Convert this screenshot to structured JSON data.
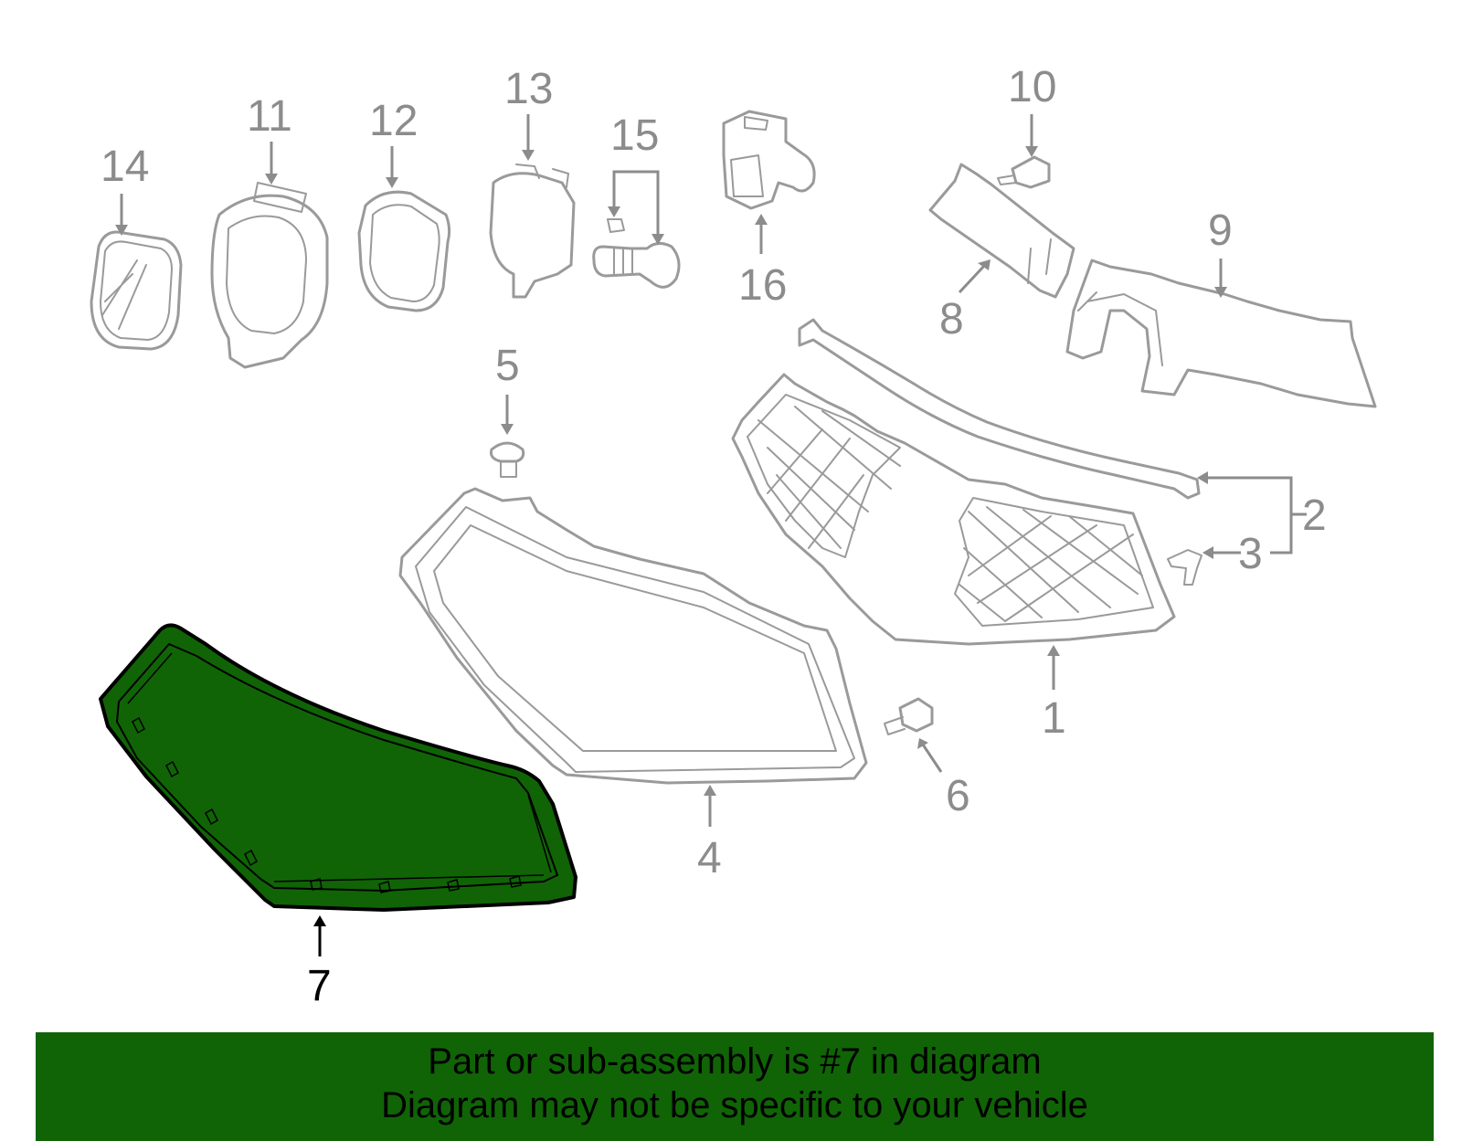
{
  "diagram": {
    "callouts": {
      "c1": "1",
      "c2": "2",
      "c3": "3",
      "c4": "4",
      "c5": "5",
      "c6": "6",
      "c7": "7",
      "c8": "8",
      "c9": "9",
      "c10": "10",
      "c11": "11",
      "c12": "12",
      "c13": "13",
      "c14": "14",
      "c15": "15",
      "c16": "16"
    },
    "highlighted_part": "7",
    "colors": {
      "highlight_fill": "#106406",
      "part_stroke": "#9a9a9a",
      "banner_bg": "#106406"
    }
  },
  "banner": {
    "line1": "Part or sub-assembly is #7 in diagram",
    "line2": "Diagram may not be specific to your vehicle"
  }
}
